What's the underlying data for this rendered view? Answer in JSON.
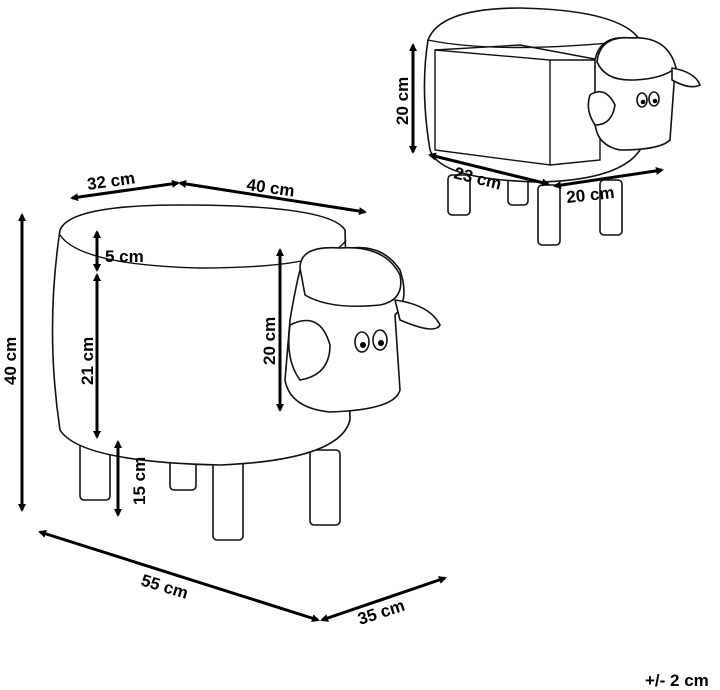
{
  "main_view": {
    "width_top_back": "32 cm",
    "width_top_side": "40 cm",
    "cushion_height": "5 cm",
    "body_height": "21 cm",
    "head_height": "20 cm",
    "total_height": "40 cm",
    "leg_height": "15 cm",
    "length": "55 cm",
    "depth": "35 cm"
  },
  "storage_view": {
    "height": "20 cm",
    "length": "23 cm",
    "depth": "20 cm"
  },
  "tolerance": "+/- 2 cm"
}
